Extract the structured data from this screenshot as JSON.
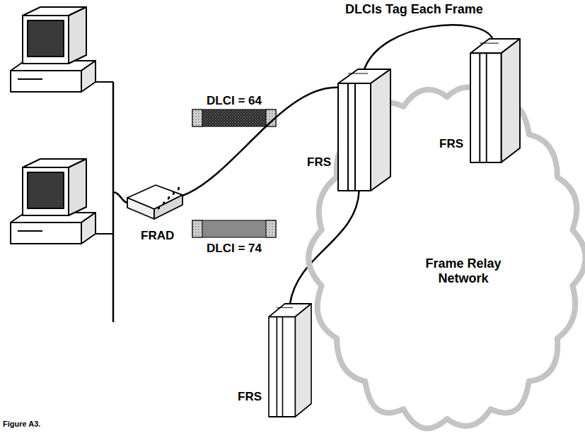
{
  "diagram": {
    "title": "DLCIs Tag Each Frame",
    "caption": "Figure A3.",
    "nodes": [
      {
        "text": [
          "FRAD"
        ]
      },
      {
        "text": [
          "FRS"
        ]
      },
      {
        "text": [
          "FRS"
        ]
      },
      {
        "text": [
          "Frame Relay Network"
        ]
      },
      {
        "text": [
          "FRS"
        ]
      }
    ],
    "edges": [
      {
        "from": 0,
        "to": 1,
        "arrow": "none"
      },
      {
        "from": 1,
        "to": 2,
        "arrow": "none"
      },
      {
        "from": 1,
        "to": 4,
        "arrow": "none"
      }
    ],
    "labels": [
      "DLCI = 64",
      "DLCI = 74"
    ]
  }
}
